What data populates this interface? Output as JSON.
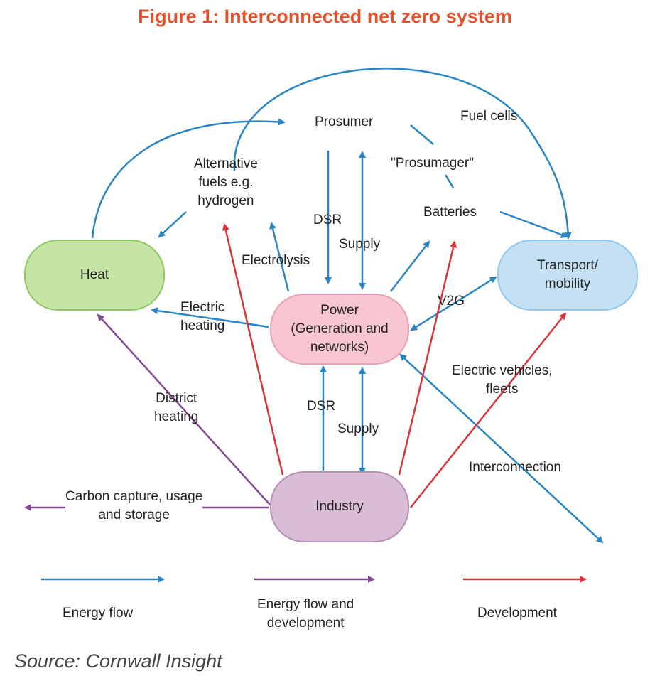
{
  "title": "Figure 1: Interconnected net zero system",
  "nodes": {
    "heat": "Heat",
    "power": "Power\n(Generation and\nnetworks)",
    "transport": "Transport/\nmobility",
    "industry": "Industry"
  },
  "labels": {
    "prosumer": "Prosumer",
    "fuel_cells": "Fuel cells",
    "prosumager": "\"Prosumager\"",
    "alternative_fuels": "Alternative\nfuels e.g.\nhydrogen",
    "batteries": "Batteries",
    "dsr_top": "DSR",
    "supply_top": "Supply",
    "electrolysis": "Electrolysis",
    "v2g": "V2G",
    "electric_heating": "Electric\nheating",
    "electric_vehicles": "Electric vehicles,\nfleets",
    "district_heating": "District\nheating",
    "dsr_bottom": "DSR",
    "supply_bottom": "Supply",
    "interconnection": "Interconnection",
    "ccus": "Carbon capture, usage\nand storage"
  },
  "legend": {
    "energy_flow": "Energy flow",
    "energy_flow_development": "Energy flow and\ndevelopment",
    "development": "Development"
  },
  "colors": {
    "energy_flow": "#2a85c5",
    "energy_flow_development": "#844a94",
    "development": "#d8343c",
    "title": "#e5502a"
  },
  "source": "Source: Cornwall Insight"
}
